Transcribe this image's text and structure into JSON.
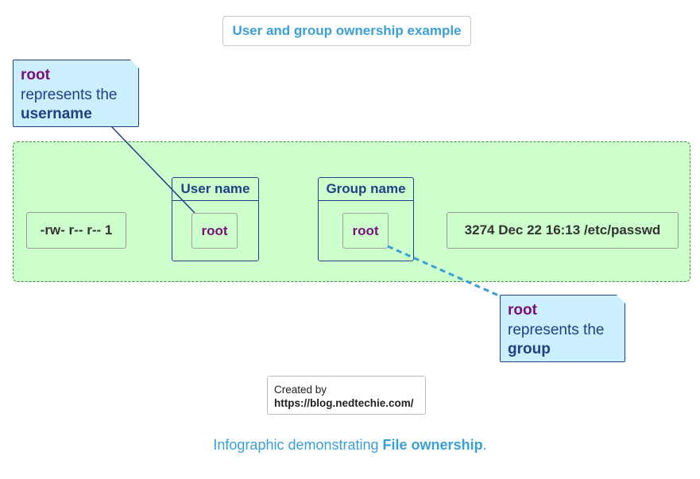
{
  "title": "User and group ownership example",
  "listing": {
    "permissions": "-rw- r-- r-- 1",
    "user_group": {
      "header": "User name",
      "value": "root"
    },
    "group_group": {
      "header": "Group name",
      "value": "root"
    },
    "rest": "3274 Dec 22 16:13 /etc/passwd"
  },
  "notes": {
    "user": {
      "line1": "root",
      "line2": "represents the",
      "line3": "username"
    },
    "group": {
      "line1": "root",
      "line2": "represents the",
      "line3": "group"
    }
  },
  "credit": {
    "line1": "Created by",
    "line2": "https://blog.nedtechie.com/"
  },
  "caption": {
    "prefix": "Infographic demonstrating ",
    "bold": "File ownership",
    "suffix": "."
  },
  "colors": {
    "accent_blue": "#3a9fd8",
    "navy": "#1f3f86",
    "purple": "#7a0f7a",
    "panel_green": "#ccffcc",
    "note_blue": "#cbefff"
  }
}
